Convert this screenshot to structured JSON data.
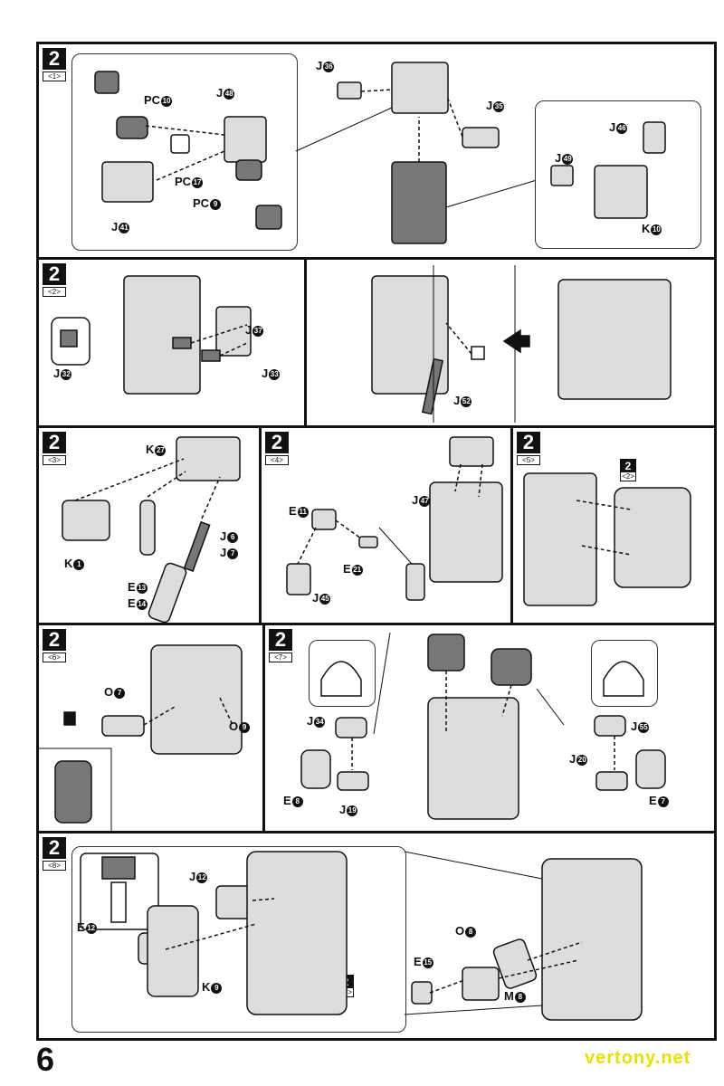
{
  "steps": [
    {
      "num": "2",
      "sub": "<1>"
    },
    {
      "num": "2",
      "sub": "<2>"
    },
    {
      "num": "2",
      "sub": "<3>"
    },
    {
      "num": "2",
      "sub": "<4>"
    },
    {
      "num": "2",
      "sub": "<5>"
    },
    {
      "num": "2",
      "sub": "<6>"
    },
    {
      "num": "2",
      "sub": "<7>"
    },
    {
      "num": "2",
      "sub": "<8>"
    }
  ],
  "labels": {
    "s1": [
      {
        "p": "PC",
        "n": "10"
      },
      {
        "p": "J",
        "n": "48"
      },
      {
        "p": "PC",
        "n": "17"
      },
      {
        "p": "PC",
        "n": "9"
      },
      {
        "p": "J",
        "n": "41"
      },
      {
        "p": "J",
        "n": "36"
      },
      {
        "p": "J",
        "n": "35"
      },
      {
        "p": "J",
        "n": "46"
      },
      {
        "p": "J",
        "n": "49"
      },
      {
        "p": "K",
        "n": "10"
      }
    ],
    "s2": [
      {
        "p": "J",
        "n": "37"
      },
      {
        "p": "J",
        "n": "32"
      },
      {
        "p": "J",
        "n": "33"
      },
      {
        "p": "J",
        "n": "52"
      }
    ],
    "s3": [
      {
        "p": "K",
        "n": "27"
      },
      {
        "p": "K",
        "n": "1"
      },
      {
        "p": "J",
        "n": "6"
      },
      {
        "p": "J",
        "n": "7"
      },
      {
        "p": "E",
        "n": "13"
      },
      {
        "p": "E",
        "n": "14"
      }
    ],
    "s4": [
      {
        "p": "J",
        "n": "47"
      },
      {
        "p": "E",
        "n": "11"
      },
      {
        "p": "E",
        "n": "21"
      },
      {
        "p": "J",
        "n": "45"
      }
    ],
    "s6": [
      {
        "p": "O",
        "n": "7"
      },
      {
        "p": "O",
        "n": "9"
      }
    ],
    "s7": [
      {
        "p": "J",
        "n": "34"
      },
      {
        "p": "E",
        "n": "8"
      },
      {
        "p": "J",
        "n": "19"
      },
      {
        "p": "J",
        "n": "55"
      },
      {
        "p": "J",
        "n": "20"
      },
      {
        "p": "E",
        "n": "7"
      }
    ],
    "s8": [
      {
        "p": "J",
        "n": "12"
      },
      {
        "p": "E",
        "n": "12"
      },
      {
        "p": "K",
        "n": "9"
      },
      {
        "p": "O",
        "n": "8"
      },
      {
        "p": "E",
        "n": "15"
      },
      {
        "p": "M",
        "n": "8"
      }
    ]
  },
  "refs": [
    {
      "num": "2",
      "sub": "<2>"
    },
    {
      "num": "2",
      "sub": "<7>"
    }
  ],
  "page_number": "6",
  "watermark": "vertony.net"
}
